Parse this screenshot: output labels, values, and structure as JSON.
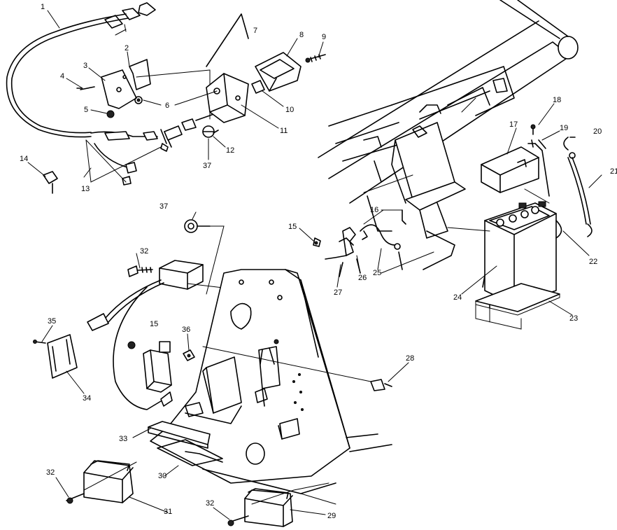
{
  "callouts": {
    "c1": "1",
    "c2": "2",
    "c3": "3",
    "c4": "4",
    "c5": "5",
    "c6": "6",
    "c7": "7",
    "c8": "8",
    "c9": "9",
    "c10": "10",
    "c11": "11",
    "c12": "12",
    "c13": "13",
    "c14": "14",
    "c15a": "15",
    "c15b": "15",
    "c16": "16",
    "c17": "17",
    "c18": "18",
    "c19": "19",
    "c20": "20",
    "c21": "21",
    "c22": "22",
    "c23": "23",
    "c24": "24",
    "c25": "25",
    "c26": "26",
    "c27": "27",
    "c28": "28",
    "c29": "29",
    "c30": "30",
    "c31": "31",
    "c32a": "32",
    "c32b": "32",
    "c32c": "32",
    "c33": "33",
    "c34": "34",
    "c35": "35",
    "c36": "36",
    "c37a": "37",
    "c37b": "37"
  }
}
